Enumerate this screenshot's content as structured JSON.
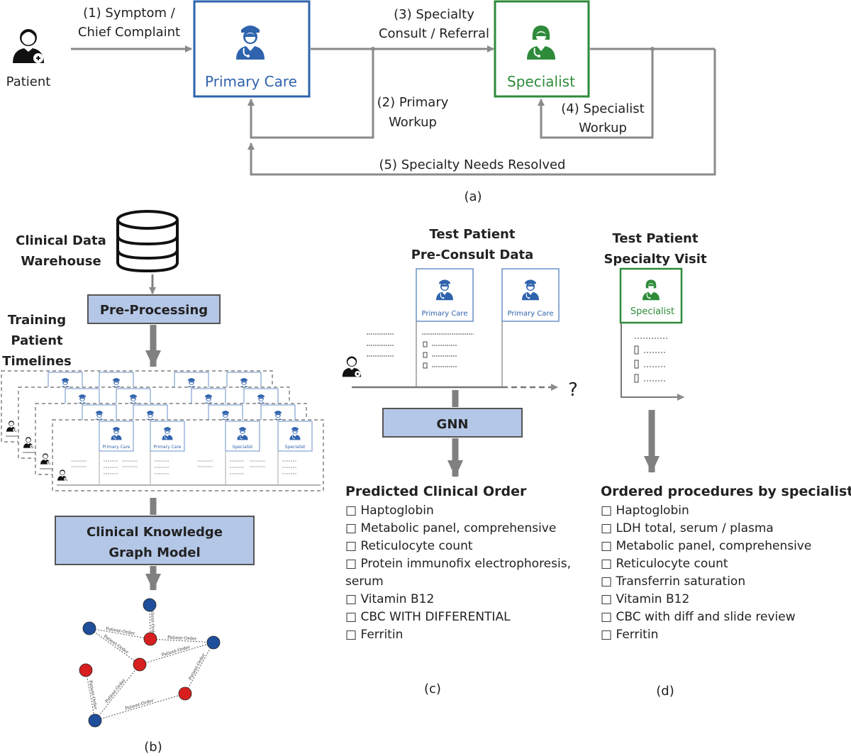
{
  "colors": {
    "primary_blue": "#2f63ad",
    "specialist_green": "#2e8b3a",
    "process_fill": "#b4c7e7",
    "line_gray": "#8a8a8a",
    "node_red": "#d81f1f",
    "node_blue": "#1f4f9a"
  },
  "panel_a": {
    "patient_label": "Patient",
    "primary_care_label": "Primary Care",
    "specialist_label": "Specialist",
    "step1_line1": "(1) Symptom /",
    "step1_line2": "Chief Complaint",
    "step2_line1": "(2) Primary",
    "step2_line2": "Workup",
    "step3_line1": "(3) Specialty",
    "step3_line2": "Consult / Referral",
    "step4_line1": "(4) Specialist",
    "step4_line2": "Workup",
    "step5": "(5) Specialty Needs Resolved",
    "caption": "(a)"
  },
  "panel_b": {
    "warehouse_line1": "Clinical Data",
    "warehouse_line2": "Warehouse",
    "preprocessing": "Pre-Processing",
    "timelines_line1": "Training",
    "timelines_line2": "Patient",
    "timelines_line3": "Timelines",
    "timeline_pc_label": "Primary Care",
    "timeline_sp_label": "Specialist",
    "kg_line1": "Clinical Knowledge",
    "kg_line2": "Graph Model",
    "edge_label": "Patient-Order",
    "caption": "(b)"
  },
  "panel_c": {
    "title_line1": "Test Patient",
    "title_line2": "Pre-Consult Data",
    "primary_care_label": "Primary Care",
    "unknown_mark": "?",
    "gnn": "GNN",
    "heading": "Predicted Clinical Order",
    "orders": [
      "□ Haptoglobin",
      "□ Metabolic panel, comprehensive",
      "□ Reticulocyte count",
      "□ Protein immunofix electrophoresis,",
      "serum",
      "□ Vitamin B12",
      "□ CBC WITH DIFFERENTIAL",
      "□ Ferritin"
    ],
    "caption": "(c)"
  },
  "panel_d": {
    "title_line1": "Test Patient",
    "title_line2": "Specialty Visit",
    "specialist_label": "Specialist",
    "heading": "Ordered procedures by specialists",
    "orders": [
      "□ Haptoglobin",
      "□ LDH total, serum / plasma",
      "□ Metabolic panel, comprehensive",
      "□ Reticulocyte count",
      "□ Transferrin saturation",
      "□ Vitamin B12",
      "□ CBC with diff and slide review",
      "□ Ferritin"
    ],
    "caption": "(d)"
  }
}
